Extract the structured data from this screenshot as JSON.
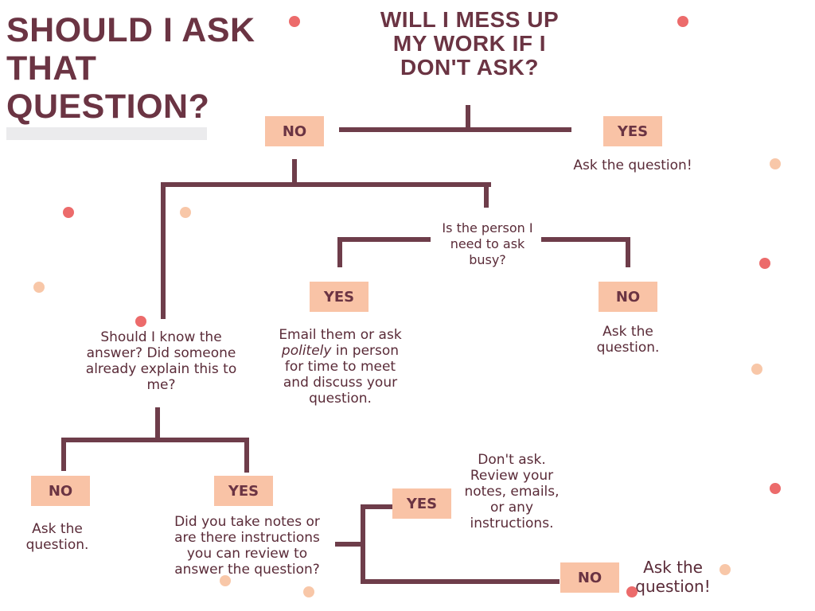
{
  "title": "SHOULD I ASK THAT QUESTION?",
  "main_question": "WILL I MESS UP MY WORK IF I DON'T ASK?",
  "top_no": "NO",
  "top_yes": "YES",
  "top_yes_result": "Ask the question!",
  "busy_question": "Is the person I need to ask busy?",
  "busy_yes": "YES",
  "busy_yes_result_a": "Email them or ask",
  "busy_yes_result_em": "politely",
  "busy_yes_result_b": "in person for time to meet and discuss your question.",
  "busy_no": "NO",
  "busy_no_result": "Ask the question.",
  "know_question": "Should I know the answer? Did someone already explain this to me?",
  "know_no": "NO",
  "know_no_result": "Ask the question.",
  "know_yes": "YES",
  "notes_question": "Did you take notes or are there instructions you can review to answer the question?",
  "notes_yes": "YES",
  "notes_yes_result": "Don't ask. Review your notes, emails, or any instructions.",
  "notes_no": "NO",
  "notes_no_result": "Ask the question!",
  "colors": {
    "line": "#6e3d4a",
    "box": "#f9c3a6",
    "text": "#5a2b38",
    "dot_red": "#ec6b6b",
    "dot_peach": "#f8c7a8"
  }
}
